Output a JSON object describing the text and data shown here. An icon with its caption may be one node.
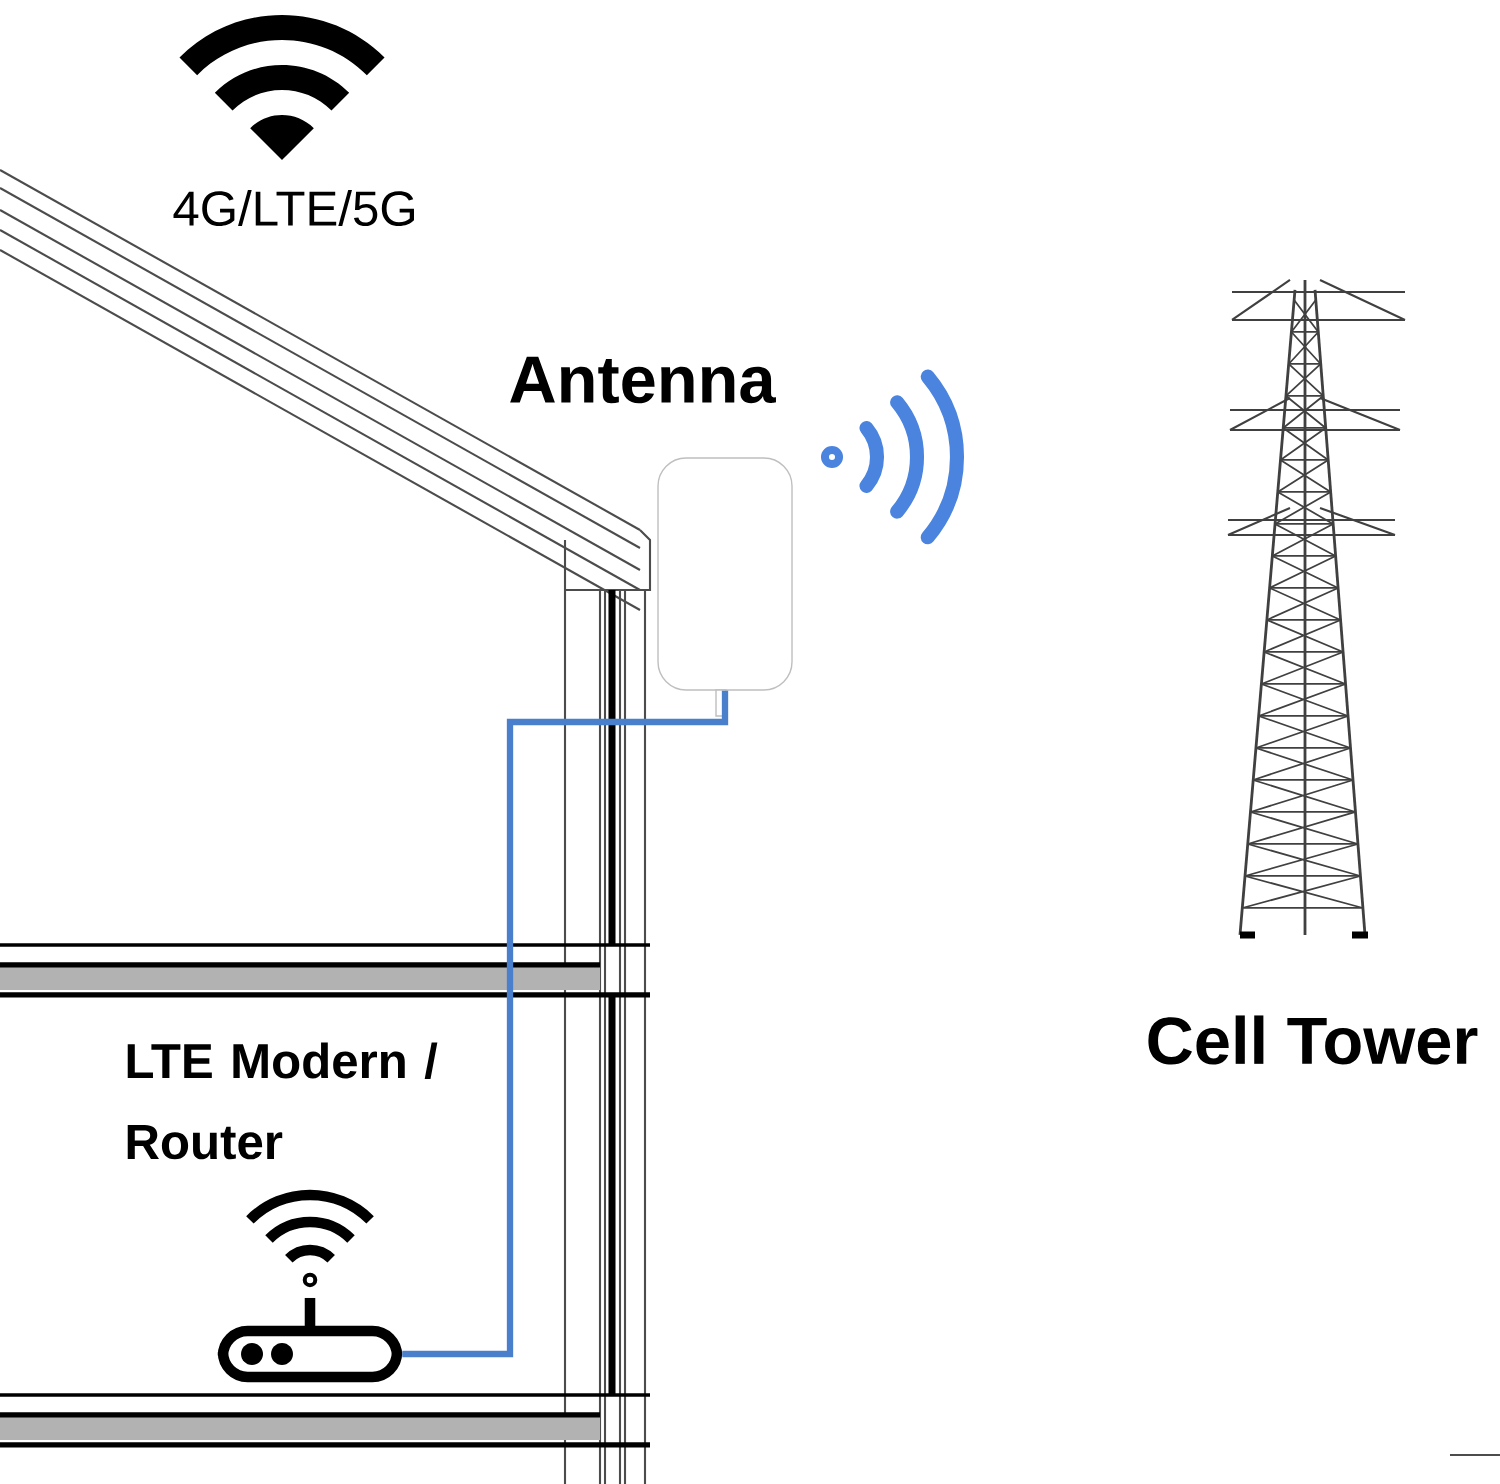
{
  "diagram": {
    "nodes": [
      {
        "text": [
          "Antenna"
        ]
      },
      {
        "text": [
          "LTE Modern / Router"
        ]
      },
      {
        "text": [
          "Cell Tower"
        ]
      }
    ],
    "edges": [
      {
        "from": 0,
        "to": 1,
        "arrow": "none"
      }
    ],
    "labels": [
      "4G/LTE/5G"
    ]
  }
}
